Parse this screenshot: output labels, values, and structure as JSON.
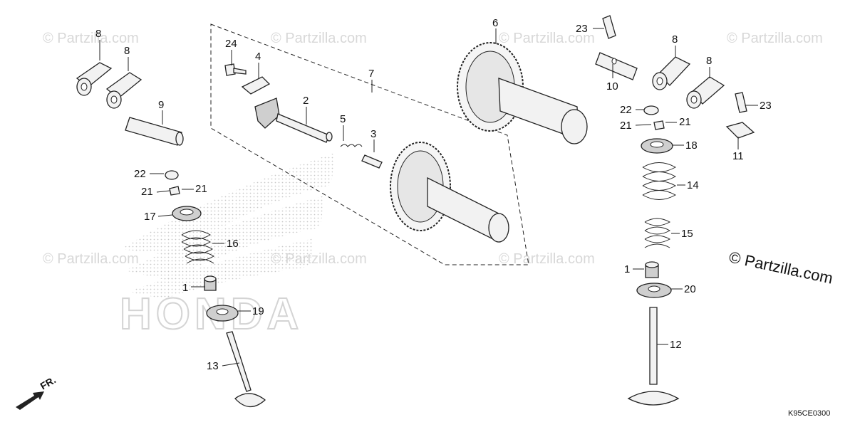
{
  "diagram": {
    "callouts": [
      {
        "id": "c8a",
        "text": "8"
      },
      {
        "id": "c8b",
        "text": "8"
      },
      {
        "id": "c9",
        "text": "9"
      },
      {
        "id": "c22a",
        "text": "22"
      },
      {
        "id": "c21a",
        "text": "21"
      },
      {
        "id": "c21b",
        "text": "21"
      },
      {
        "id": "c17",
        "text": "17"
      },
      {
        "id": "c16",
        "text": "16"
      },
      {
        "id": "c1a",
        "text": "1"
      },
      {
        "id": "c19",
        "text": "19"
      },
      {
        "id": "c13",
        "text": "13"
      },
      {
        "id": "c24",
        "text": "24"
      },
      {
        "id": "c4",
        "text": "4"
      },
      {
        "id": "c7",
        "text": "7"
      },
      {
        "id": "c2",
        "text": "2"
      },
      {
        "id": "c5",
        "text": "5"
      },
      {
        "id": "c3",
        "text": "3"
      },
      {
        "id": "c6",
        "text": "6"
      },
      {
        "id": "c23a",
        "text": "23"
      },
      {
        "id": "c8c",
        "text": "8"
      },
      {
        "id": "c8d",
        "text": "8"
      },
      {
        "id": "c10",
        "text": "10"
      },
      {
        "id": "c22b",
        "text": "22"
      },
      {
        "id": "c21c",
        "text": "21"
      },
      {
        "id": "c21d",
        "text": "21"
      },
      {
        "id": "c23b",
        "text": "23"
      },
      {
        "id": "c11",
        "text": "11"
      },
      {
        "id": "c18",
        "text": "18"
      },
      {
        "id": "c14",
        "text": "14"
      },
      {
        "id": "c15",
        "text": "15"
      },
      {
        "id": "c1b",
        "text": "1"
      },
      {
        "id": "c20",
        "text": "20"
      },
      {
        "id": "c12",
        "text": "12"
      }
    ],
    "copyright": "© Partzilla.com",
    "watermark": "© Partzilla.com",
    "diagram_code": "K95CE0300",
    "front_marker": "FR.",
    "honda_watermark": "HONDA"
  }
}
